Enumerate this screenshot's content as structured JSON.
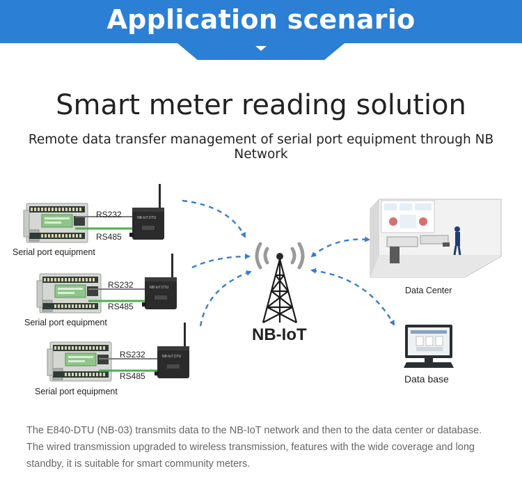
{
  "header": {
    "banner_title": "Application scenario"
  },
  "title": "Smart meter reading solution",
  "subtitle": "Remote data transfer management of serial port equipment through NB Network",
  "devices": [
    {
      "label": "Serial port equipment",
      "rs232": "RS232",
      "rs485": "RS485",
      "dtu_text": "NB-IoT DTU"
    },
    {
      "label": "Serial port equipment",
      "rs232": "RS232",
      "rs485": "RS485",
      "dtu_text": "NB-IoT DTU"
    },
    {
      "label": "Serial port equipment",
      "rs232": "RS232",
      "rs485": "RS485",
      "dtu_text": "NB-IoT DTU"
    }
  ],
  "network_label": "NB-IoT",
  "data_center_label": "Data Center",
  "database_label": "Data base",
  "description": [
    "The E840-DTU (NB-03) transmits data to the NB-IoT network and then to the data center or database.",
    "The wired transmission upgraded to wireless transmission, features with the wide coverage and long",
    "standby, it is suitable for smart community meters."
  ],
  "colors": {
    "banner": "#2b7fd4",
    "arrow": "#3a7cc8",
    "rs232_line": "#7a7a7a",
    "rs485_line": "#4caf50"
  }
}
